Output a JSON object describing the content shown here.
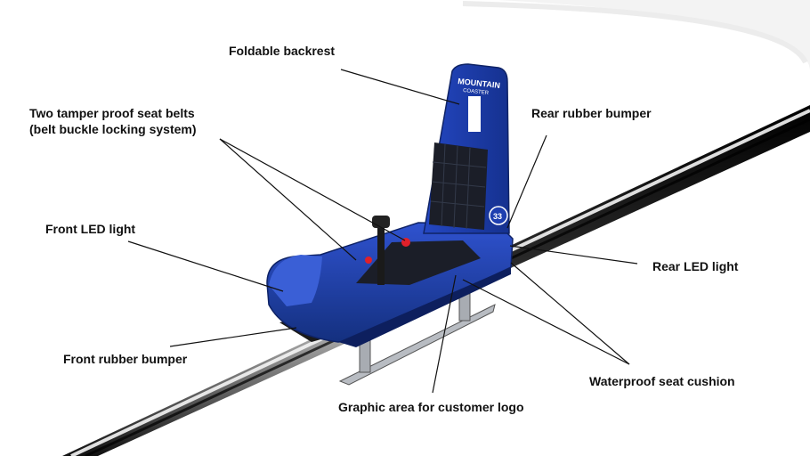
{
  "labels": {
    "foldable_backrest": "Foldable backrest",
    "seat_belts_line1": "Two tamper proof seat belts",
    "seat_belts_line2": "(belt buckle locking system)",
    "rear_rubber_bumper": "Rear rubber bumper",
    "front_led_light": "Front LED light",
    "rear_led_light": "Rear LED light",
    "front_rubber_bumper": "Front rubber bumper",
    "waterproof_seat_cushion": "Waterproof seat cushion",
    "graphic_area": "Graphic area for customer logo"
  },
  "seat_branding": {
    "brand_line1": "MOUNTAIN",
    "brand_line2": "COASTER",
    "seat_number": "33"
  },
  "colors": {
    "seat_blue": "#1e3fb0",
    "seat_blue_dark": "#132a80",
    "seat_blue_light": "#3a5fd6",
    "rail": "#111111",
    "cushion": "#1b1e28",
    "led_red": "#e0202a",
    "steel": "#a8acb2"
  }
}
